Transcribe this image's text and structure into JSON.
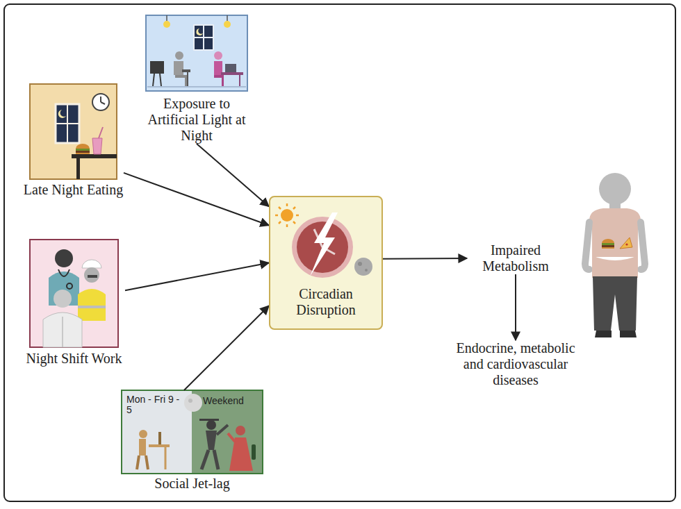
{
  "diagram": {
    "nodes": [
      {
        "text": [
          "Exposure to Artificial Light at Night"
        ]
      },
      {
        "text": [
          "Late Night Eating"
        ]
      },
      {
        "text": [
          "Night Shift Work"
        ]
      },
      {
        "text": [
          "Mon - Fri 9 - 5",
          "Weekend",
          "Social Jet-lag"
        ]
      },
      {
        "text": [
          "Circadian Disruption"
        ]
      },
      {
        "text": [
          "Impaired Metabolism"
        ]
      },
      {
        "text": [
          "Endocrine, metabolic and cardiovascular diseases"
        ]
      }
    ],
    "edges": [
      {
        "from": 0,
        "to": 4,
        "arrow": "to"
      },
      {
        "from": 1,
        "to": 4,
        "arrow": "to"
      },
      {
        "from": 2,
        "to": 4,
        "arrow": "to"
      },
      {
        "from": 3,
        "to": 4,
        "arrow": "to"
      },
      {
        "from": 4,
        "to": 5,
        "arrow": "to"
      },
      {
        "from": 5,
        "to": 6,
        "arrow": "to"
      }
    ]
  }
}
